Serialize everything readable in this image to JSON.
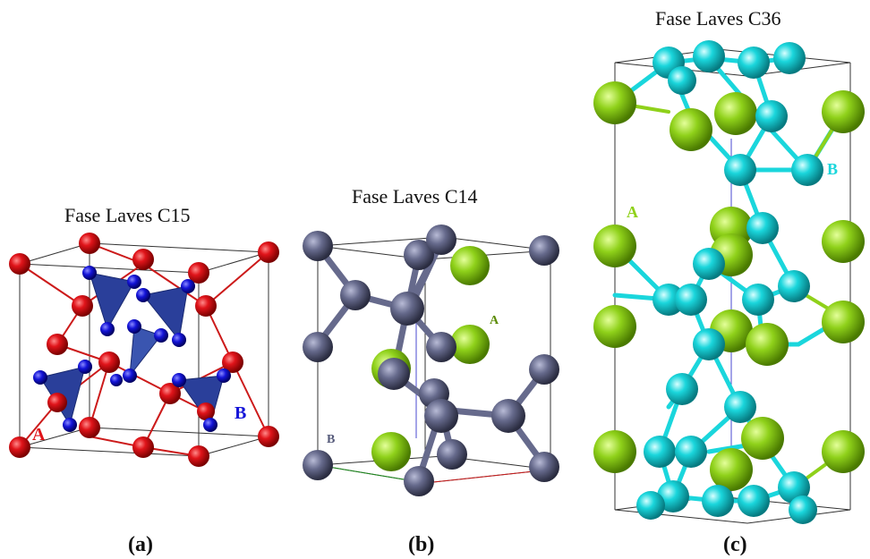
{
  "figure": {
    "panels": [
      {
        "id": "a",
        "title": "Fase Laves C15",
        "caption": "(a)",
        "site_labels": {
          "a": "A",
          "b": "B"
        },
        "colors": {
          "atom_a": "#e0141a",
          "atom_b": "#1414d8",
          "tetrahedra": "#2a3f9a",
          "bonds": "#cc1a1a"
        }
      },
      {
        "id": "b",
        "title": "Fase Laves C14",
        "caption": "(b)",
        "site_labels": {
          "a": "A",
          "b": "B"
        },
        "colors": {
          "atom_a": "#8fd11a",
          "atom_b": "#666a8c",
          "bonds": "#666a8c"
        }
      },
      {
        "id": "c",
        "title": "Fase Laves C36",
        "caption": "(c)",
        "site_labels": {
          "a": "A",
          "b": "B"
        },
        "colors": {
          "atom_a": "#8fd11a",
          "atom_b": "#1ad6dc",
          "bonds": "#1ad6dc"
        }
      }
    ]
  }
}
